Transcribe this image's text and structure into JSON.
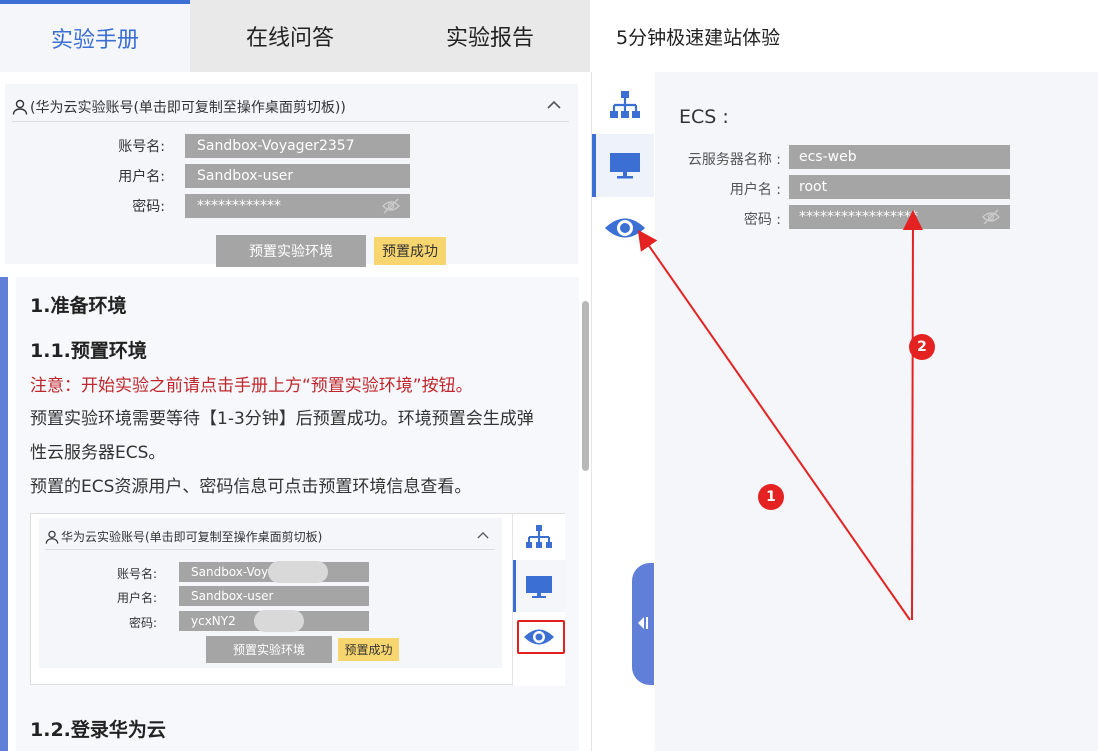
{
  "tabs": [
    {
      "label": "实验手册",
      "active": true
    },
    {
      "label": "在线问答",
      "active": false
    },
    {
      "label": "实验报告",
      "active": false
    },
    {
      "label": "5分钟极速建站体验",
      "active": false
    }
  ],
  "account": {
    "header": "(华为云实验账号(单击即可复制至操作桌面剪切板))",
    "account_label": "账号名:",
    "account_value": "Sandbox-Voyager2357",
    "user_label": "用户名:",
    "user_value": "Sandbox-user",
    "password_label": "密码:",
    "password_value": "************",
    "preset_button": "预置实验环境",
    "status_badge": "预置成功"
  },
  "doc": {
    "h1": "1.准备环境",
    "h2": "1.1.预置环境",
    "notice": "注意：开始实验之前请点击手册上方“预置实验环境”按钮。",
    "para1_line1": "预置实验环境需要等待【1-3分钟】后预置成功。环境预置会生成弹",
    "para1_line2": "性云服务器ECS。",
    "para2": "预置的ECS资源用户、密码信息可点击预置环境信息查看。",
    "h3": "1.2.登录华为云",
    "embed": {
      "header": "华为云实验账号(单击即可复制至操作桌面剪切板)",
      "account_label": "账号名:",
      "account_value": "Sandbox-Voya",
      "user_label": "用户名:",
      "user_value": "Sandbox-user",
      "password_label": "密码:",
      "password_value": "ycxNY2",
      "preset_button": "预置实验环境",
      "status_badge": "预置成功"
    }
  },
  "ecs": {
    "title": "ECS :",
    "server_label": "云服务器名称 :",
    "server_value": "ecs-web",
    "user_label": "用户名 :",
    "user_value": "root",
    "password_label": "密码 :",
    "password_value": "*****************"
  },
  "annotations": {
    "step1": "1",
    "step2": "2"
  },
  "colors": {
    "accent": "#3b6fd4",
    "field_bg": "#a5a5a5",
    "success_badge": "#f7d66f",
    "notice_red": "#c0262d",
    "annotation_red": "#e52222"
  }
}
